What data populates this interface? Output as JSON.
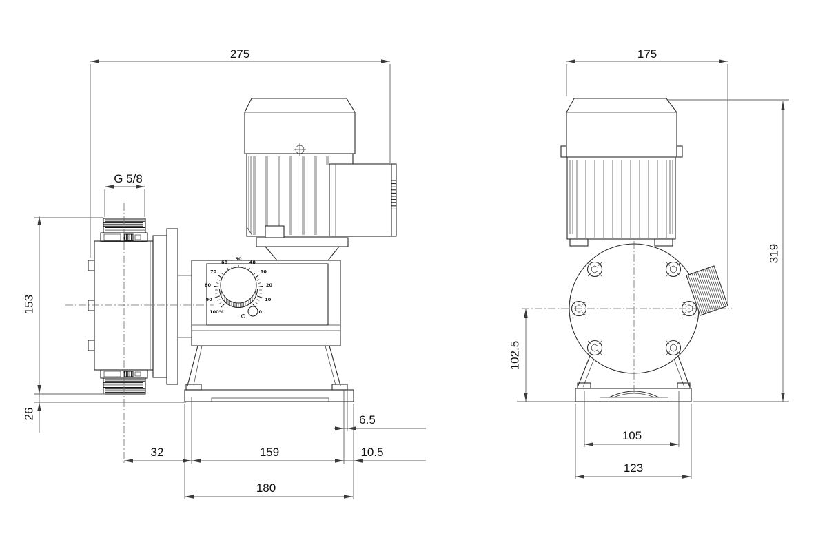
{
  "dimensions": {
    "front": {
      "overall_width": "275",
      "connection_thread": "G 5/8",
      "valve_height": "153",
      "valve_to_base": "26",
      "center_to_base_edge": "32",
      "base_slot_length": "159",
      "base_overhang": "10.5",
      "slot_width": "6.5",
      "base_length": "180"
    },
    "side": {
      "motor_width": "175",
      "overall_height": "319",
      "center_height": "102.5",
      "slot_spacing": "105",
      "base_width": "123"
    }
  },
  "dial": {
    "scale_labels": [
      "0",
      "10",
      "20",
      "30",
      "40",
      "50",
      "60",
      "70",
      "80",
      "90",
      "100%"
    ]
  }
}
